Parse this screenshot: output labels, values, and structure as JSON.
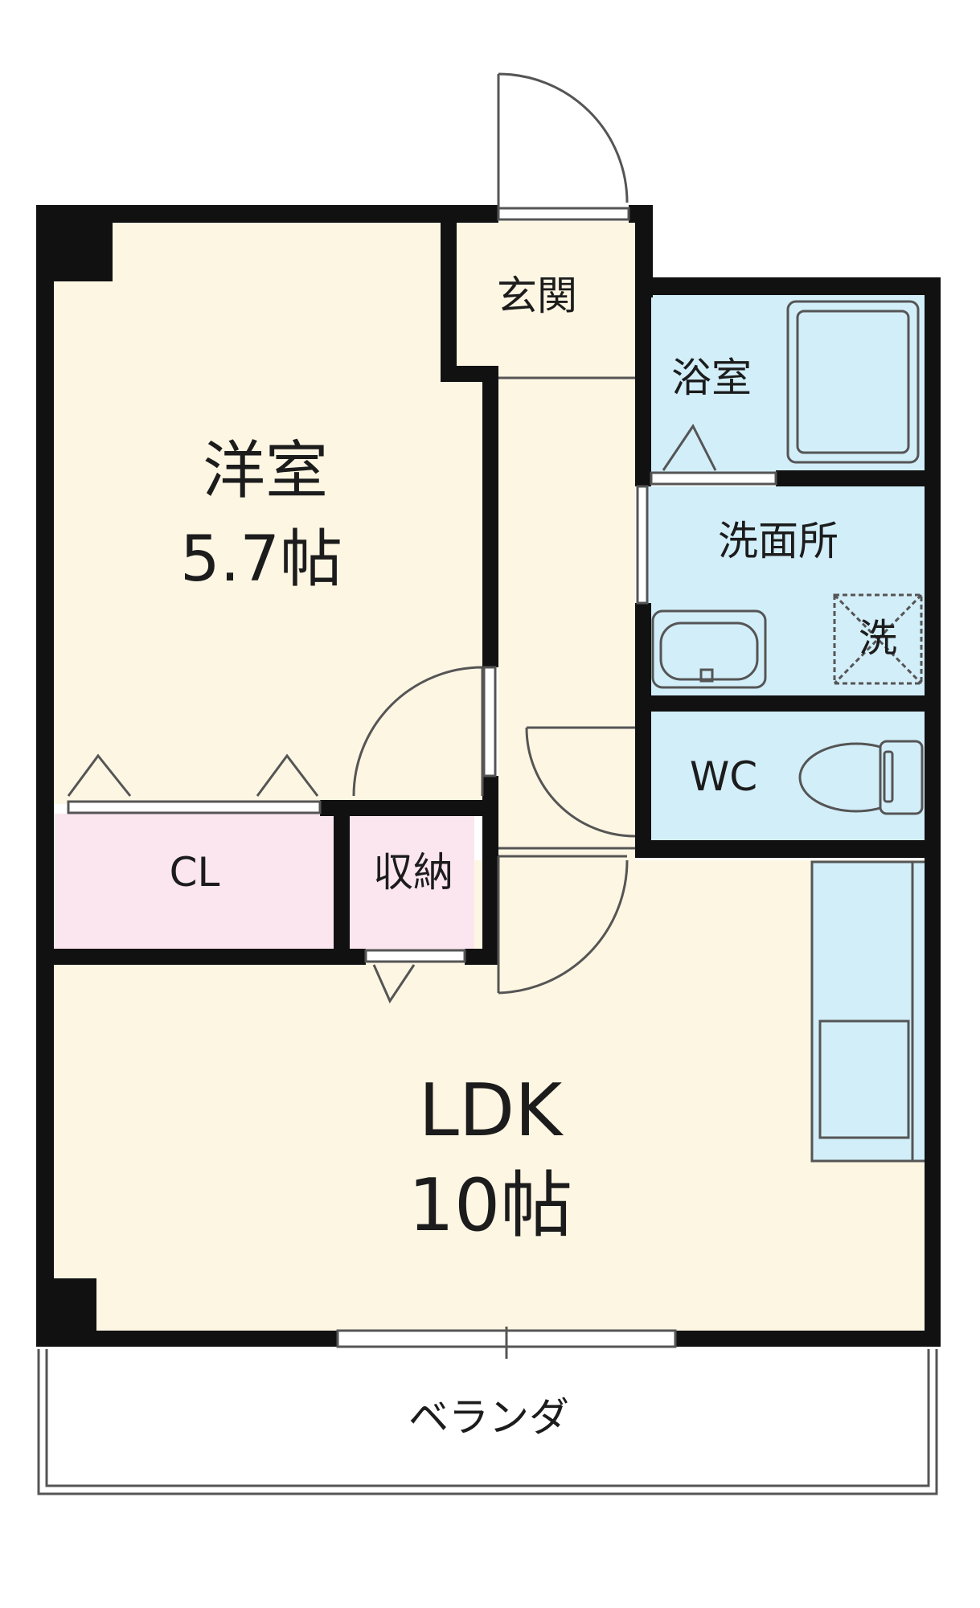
{
  "rooms": {
    "western_room": {
      "name": "洋室",
      "size": "5.7帖"
    },
    "entrance": {
      "name": "玄関"
    },
    "bathroom": {
      "name": "浴室"
    },
    "washroom": {
      "name": "洗面所"
    },
    "washer": {
      "name": "洗"
    },
    "toilet": {
      "name": "WC"
    },
    "closet": {
      "name": "CL"
    },
    "storage": {
      "name": "収納"
    },
    "ldk": {
      "name": "LDK",
      "size": "10帖"
    },
    "veranda": {
      "name": "ベランダ"
    }
  },
  "colors": {
    "wall": "#111111",
    "room_floor": "#fdf6e3",
    "wet_area": "#d2eef9",
    "closet_area": "#fbe6ef",
    "fixture_line": "#555555"
  }
}
